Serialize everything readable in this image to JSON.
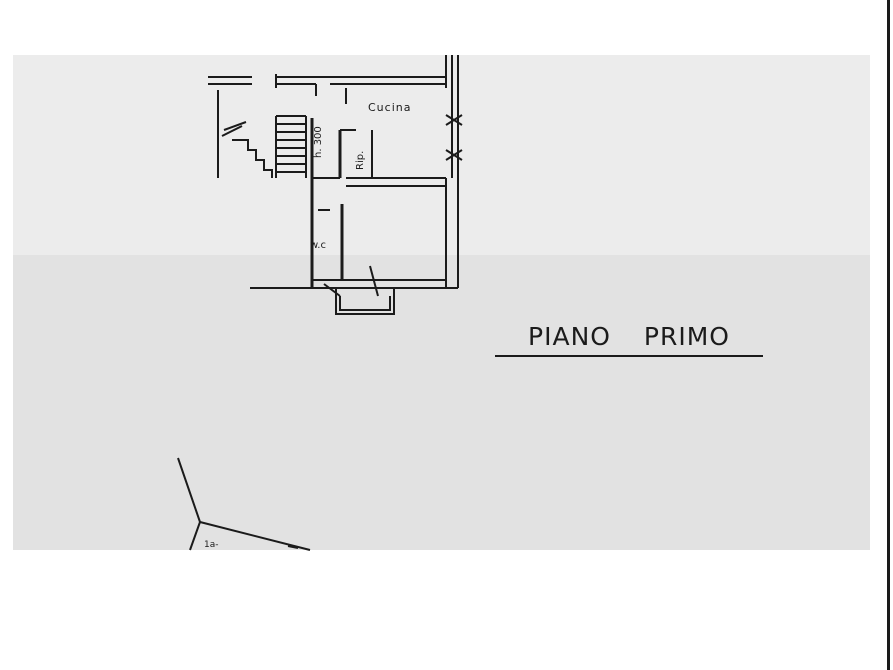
{
  "drawing": {
    "title": "PIANO PRIMO",
    "labels": {
      "kitchen": "Cucina",
      "ceiling_height": "h. 300",
      "storage": "Rip.",
      "bathroom": "w.c",
      "corner_text": "1a-"
    }
  },
  "colors": {
    "ink": "#1b1b1b",
    "paper": "#e6e6e6",
    "background": "#ffffff"
  }
}
